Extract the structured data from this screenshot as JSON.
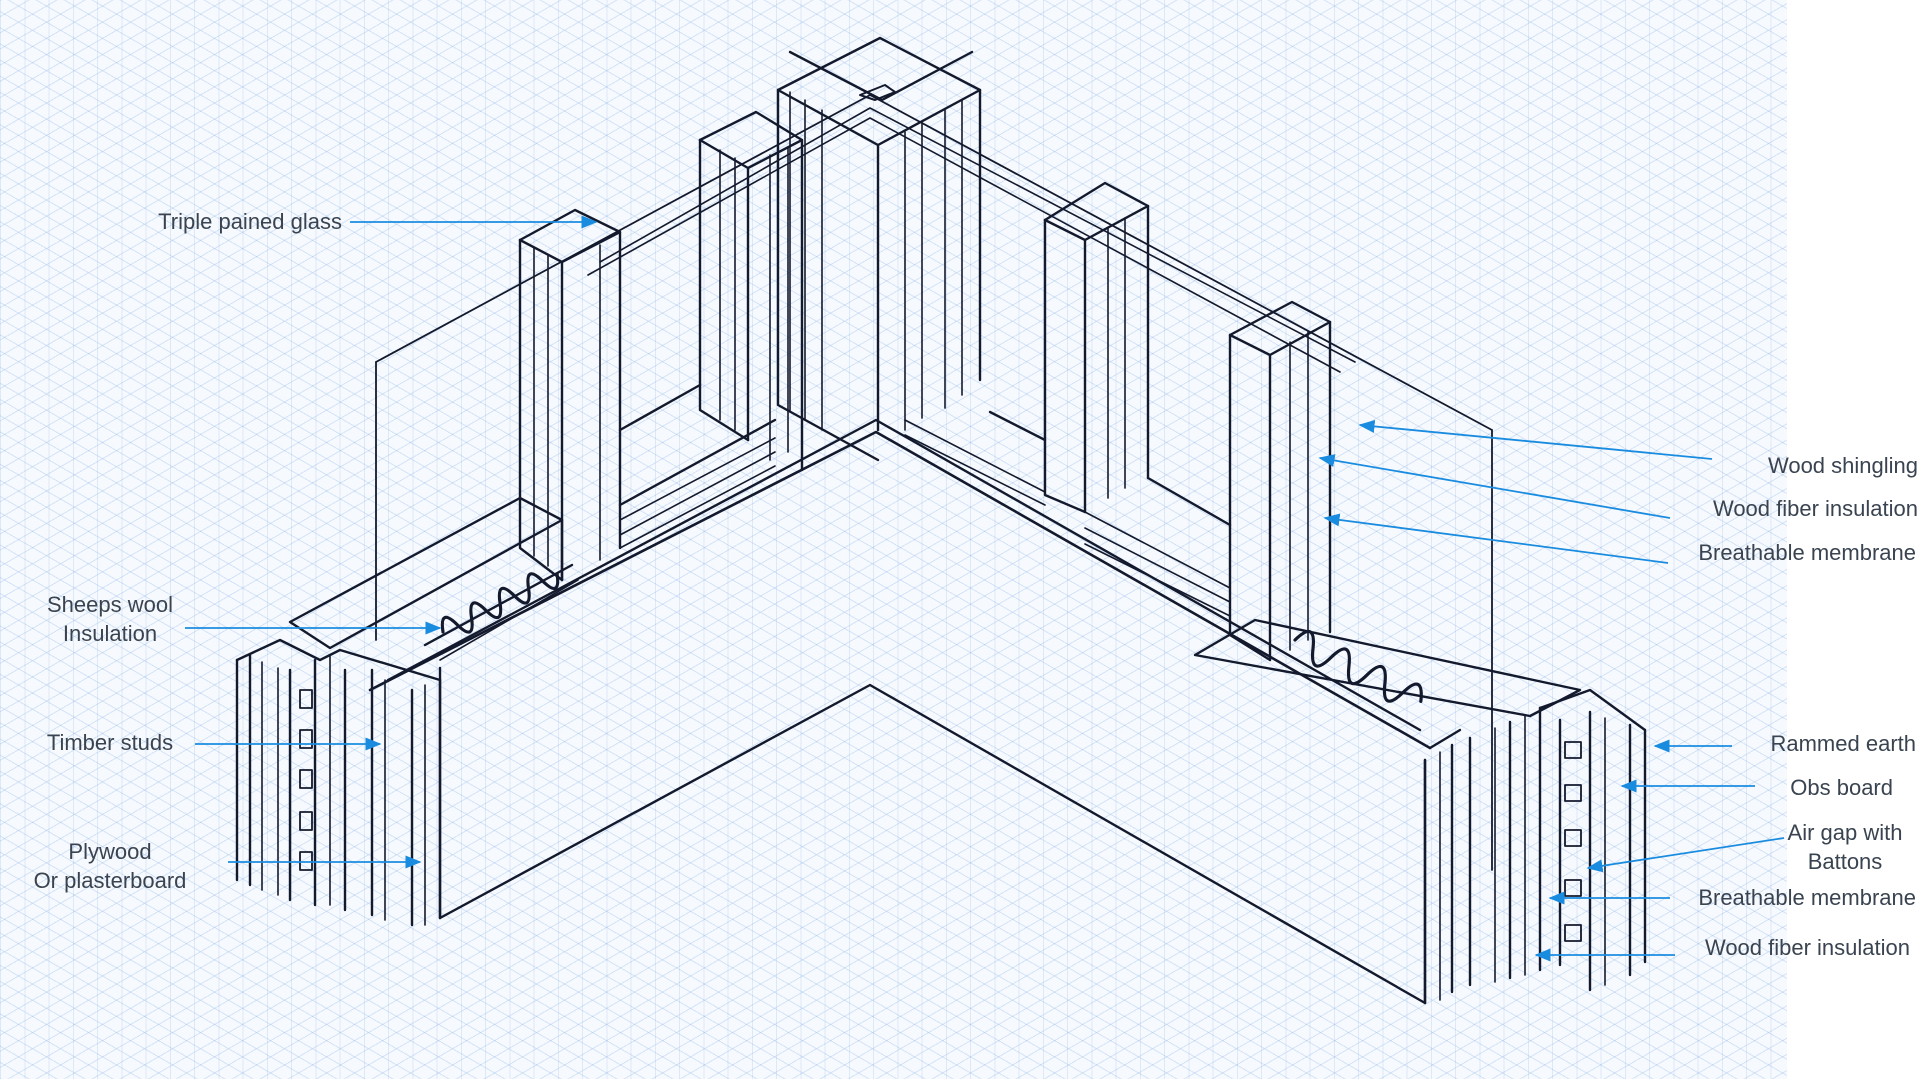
{
  "colors": {
    "ink": "#141a2e",
    "leader": "#1a8ce0",
    "label_text": "#3a4451",
    "grid": "#5e96dc"
  },
  "labels": {
    "triple_glass": "Triple pained glass",
    "sheeps_wool_1": "Sheeps wool",
    "sheeps_wool_2": "Insulation",
    "timber_studs": "Timber studs",
    "plywood_1": "Plywood",
    "plywood_2": "Or plasterboard",
    "wood_shingling": "Wood shingling",
    "wood_fiber_top": "Wood fiber insulation",
    "breathable_top": "Breathable membrane",
    "rammed_earth": "Rammed earth",
    "obs_board": "Obs board",
    "air_gap_1": "Air gap with",
    "air_gap_2": "Battons",
    "breathable_bottom": "Breathable membrane",
    "wood_fiber_bottom": "Wood fiber insulation"
  }
}
